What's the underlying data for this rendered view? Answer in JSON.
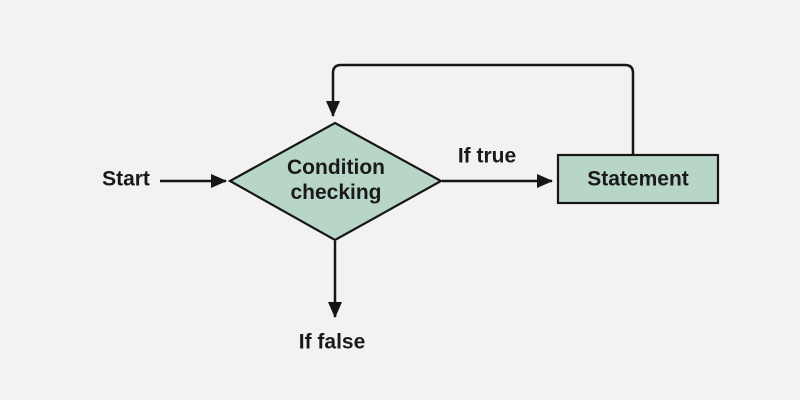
{
  "diagram": {
    "type": "flowchart-loop",
    "nodes": {
      "start": {
        "label": "Start",
        "kind": "text-only"
      },
      "condition": {
        "label": "Condition checking",
        "kind": "decision-diamond"
      },
      "statement": {
        "label": "Statement",
        "kind": "process-rectangle"
      }
    },
    "edges": {
      "start_to_condition": {
        "label": ""
      },
      "condition_to_statement": {
        "label": "If true"
      },
      "condition_to_exit": {
        "label": "If false"
      },
      "statement_loop_back": {
        "label": ""
      }
    },
    "colors": {
      "background": "#f2f2f1",
      "node_fill": "#b8d6c8",
      "stroke": "#161616",
      "text": "#1a1a1a"
    }
  }
}
